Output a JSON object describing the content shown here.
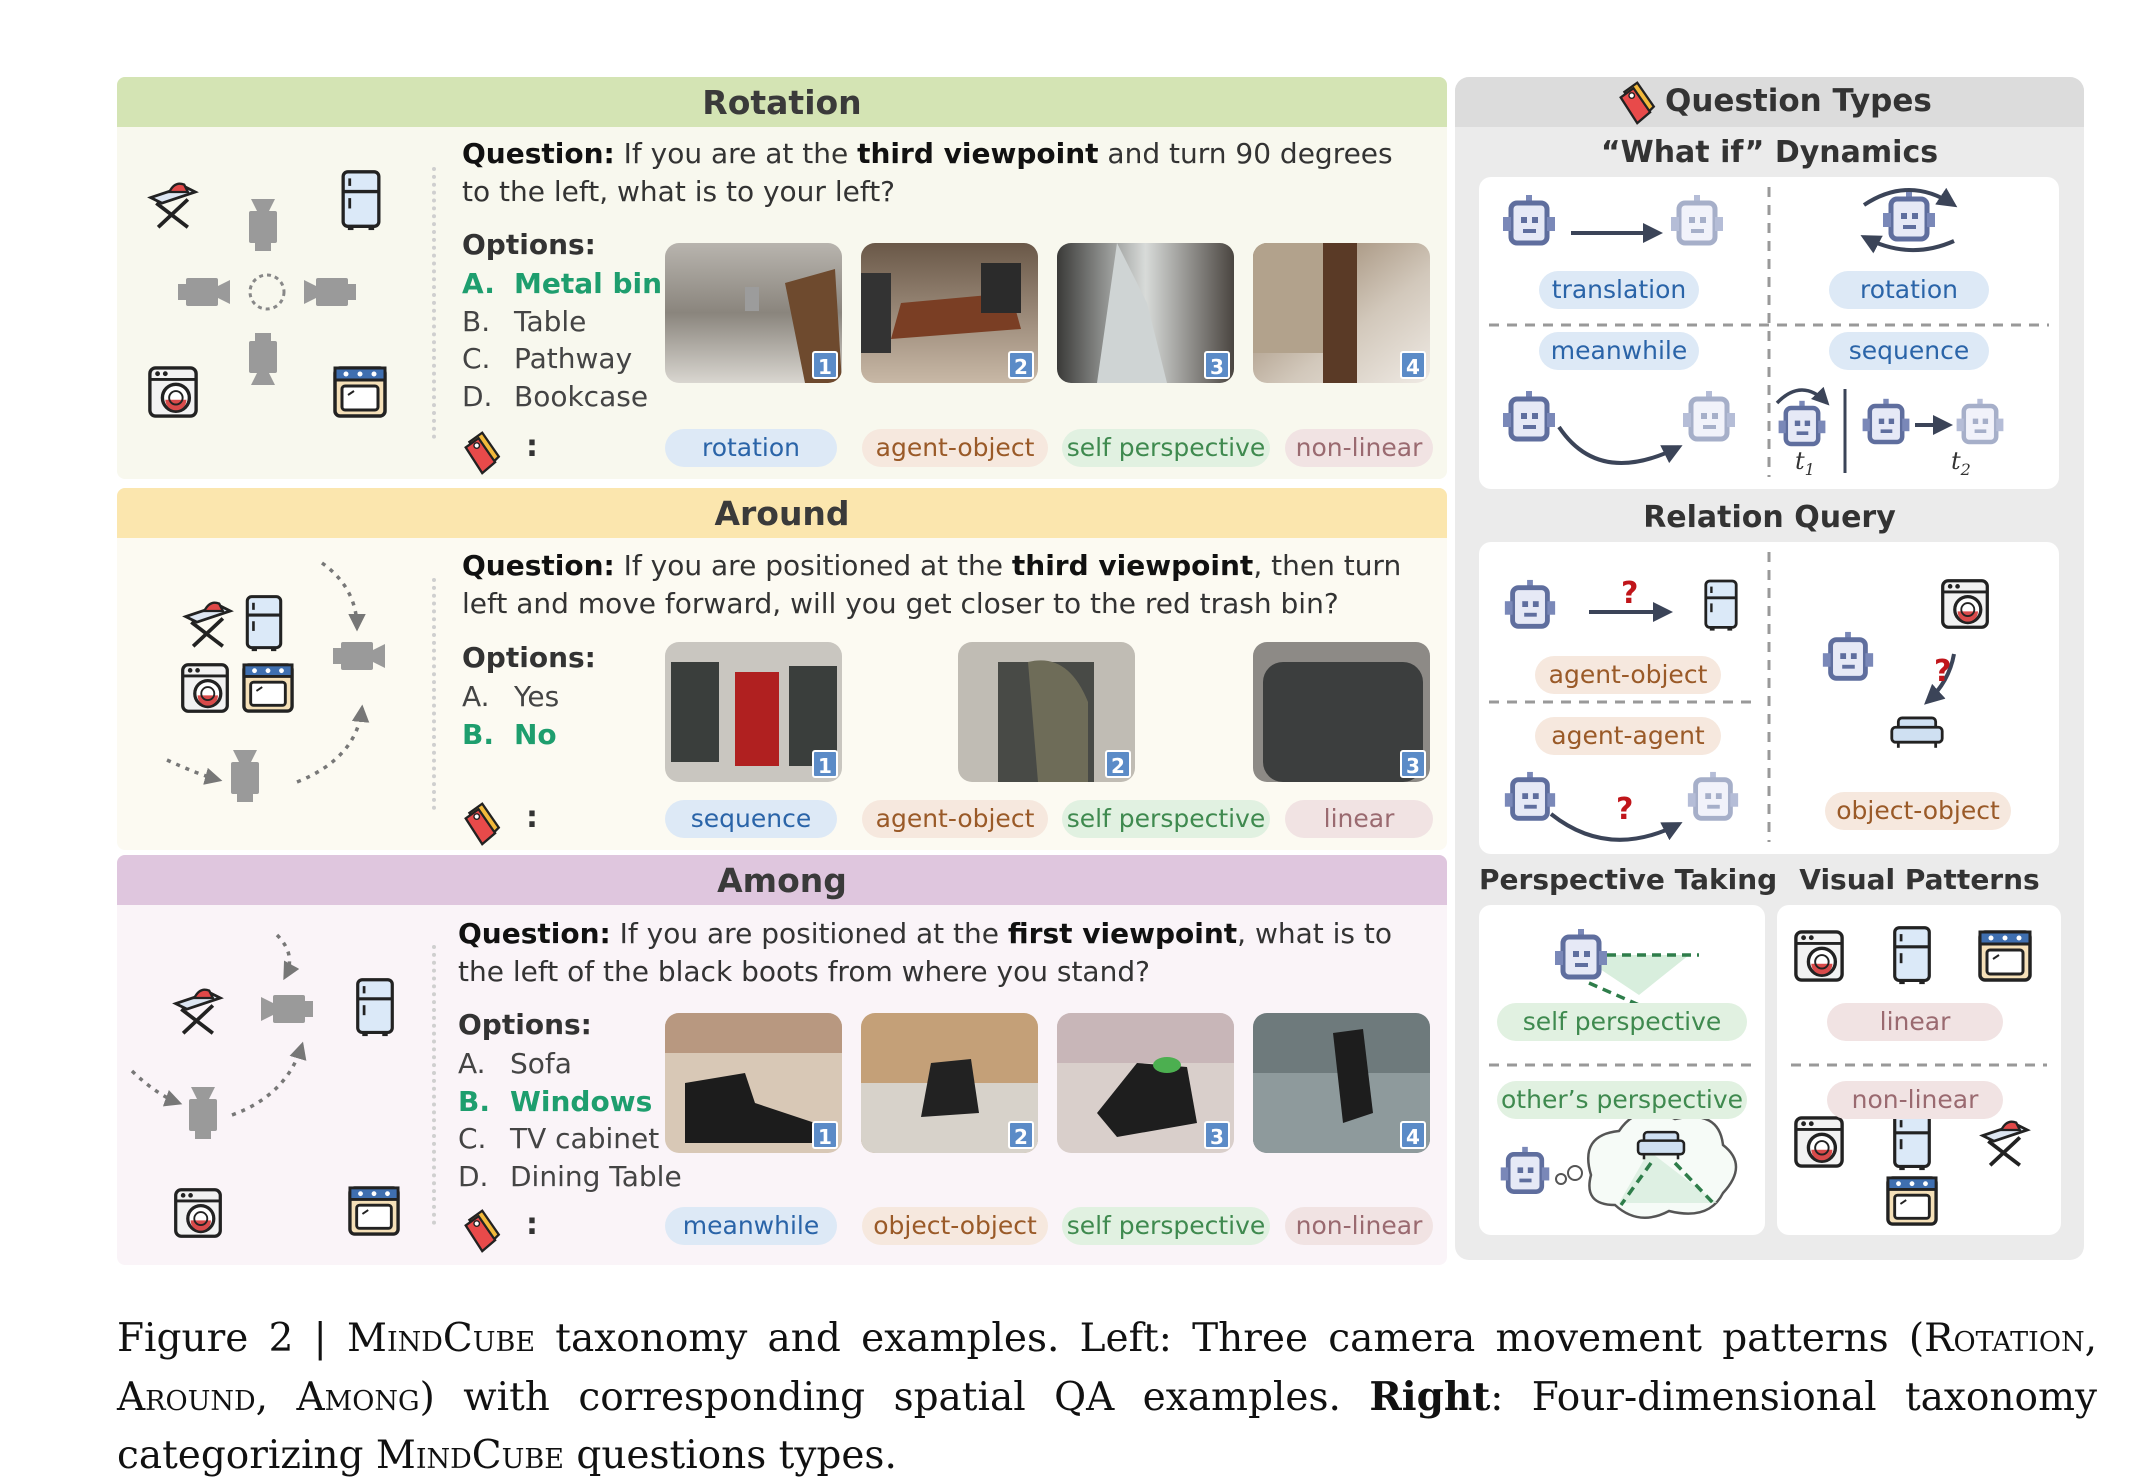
{
  "panels": [
    {
      "title": "Rotation",
      "question_label": "Question:",
      "question_pre": " If you are at the ",
      "question_bold": "third viewpoint",
      "question_post": " and turn 90 degrees to the left, what is to your left?",
      "options_label": "Options:",
      "options": [
        {
          "letter": "A.",
          "text": "Metal bin",
          "correct": true
        },
        {
          "letter": "B.",
          "text": "Table",
          "correct": false
        },
        {
          "letter": "C.",
          "text": "Pathway",
          "correct": false
        },
        {
          "letter": "D.",
          "text": "Bookcase",
          "correct": false
        }
      ],
      "photo_numbers": [
        "1",
        "2",
        "3",
        "4"
      ],
      "tag_colon": ":",
      "tags": [
        "rotation",
        "agent-object",
        "self perspective",
        "non-linear"
      ]
    },
    {
      "title": "Around",
      "question_label": "Question:",
      "question_pre": " If you are positioned at the ",
      "question_bold": "third viewpoint",
      "question_post": ", then turn left and move forward, will you get closer to the red trash bin?",
      "options_label": "Options:",
      "options": [
        {
          "letter": "A.",
          "text": "Yes",
          "correct": false
        },
        {
          "letter": "B.",
          "text": "No",
          "correct": true
        }
      ],
      "photo_numbers": [
        "1",
        "2",
        "3"
      ],
      "tag_colon": ":",
      "tags": [
        "sequence",
        "agent-object",
        "self perspective",
        "linear"
      ]
    },
    {
      "title": "Among",
      "question_label": "Question:",
      "question_pre": " If you are positioned at the ",
      "question_bold": "first viewpoint",
      "question_post": ", what is to the left of the black boots from where you stand?",
      "options_label": "Options:",
      "options": [
        {
          "letter": "A.",
          "text": "Sofa",
          "correct": false
        },
        {
          "letter": "B.",
          "text": "Windows",
          "correct": true
        },
        {
          "letter": "C.",
          "text": "TV cabinet",
          "correct": false
        },
        {
          "letter": "D.",
          "text": "Dining Table",
          "correct": false
        }
      ],
      "photo_numbers": [
        "1",
        "2",
        "3",
        "4"
      ],
      "tag_colon": ":",
      "tags": [
        "meanwhile",
        "object-object",
        "self perspective",
        "non-linear"
      ]
    }
  ],
  "right": {
    "title": "Question Types",
    "dynamics_title": "“What if” Dynamics",
    "dynamics_tags": [
      "translation",
      "rotation",
      "meanwhile",
      "sequence"
    ],
    "t1": "t",
    "t1_sub": "1",
    "t2": "t",
    "t2_sub": "2",
    "relation_title": "Relation Query",
    "relation_tags": [
      "agent-object",
      "agent-agent",
      "object-object"
    ],
    "question_mark": "?",
    "perspective_title": "Perspective Taking",
    "perspective_tags": [
      "self perspective",
      "other’s perspective"
    ],
    "visual_title": "Visual Patterns",
    "visual_tags": [
      "linear",
      "non-linear"
    ]
  },
  "caption": {
    "figure": "Figure 2 | ",
    "name1": "MindCube",
    "part1": " taxonomy and examples.  Left: Three camera movement patterns (",
    "rot": "Rotation",
    "sep1": ", ",
    "aro": "Around",
    "sep2": ", ",
    "amo": "Among",
    "part2": ") with corresponding spatial QA examples. ",
    "right_bold": "Right",
    "part3": ": Four-dimensional taxonomy categorizing ",
    "name2": "MindCube",
    "part4": " questions types."
  },
  "colors": {
    "rotation_header": "#d4e4b4",
    "rotation_body": "#f8f8ee",
    "around_header": "#fbe6ae",
    "around_body": "#fcfaf2",
    "among_header": "#dfc6de",
    "among_body": "#faf4f8",
    "correct": "#1e9e6e",
    "robot": "#7a88b8"
  }
}
